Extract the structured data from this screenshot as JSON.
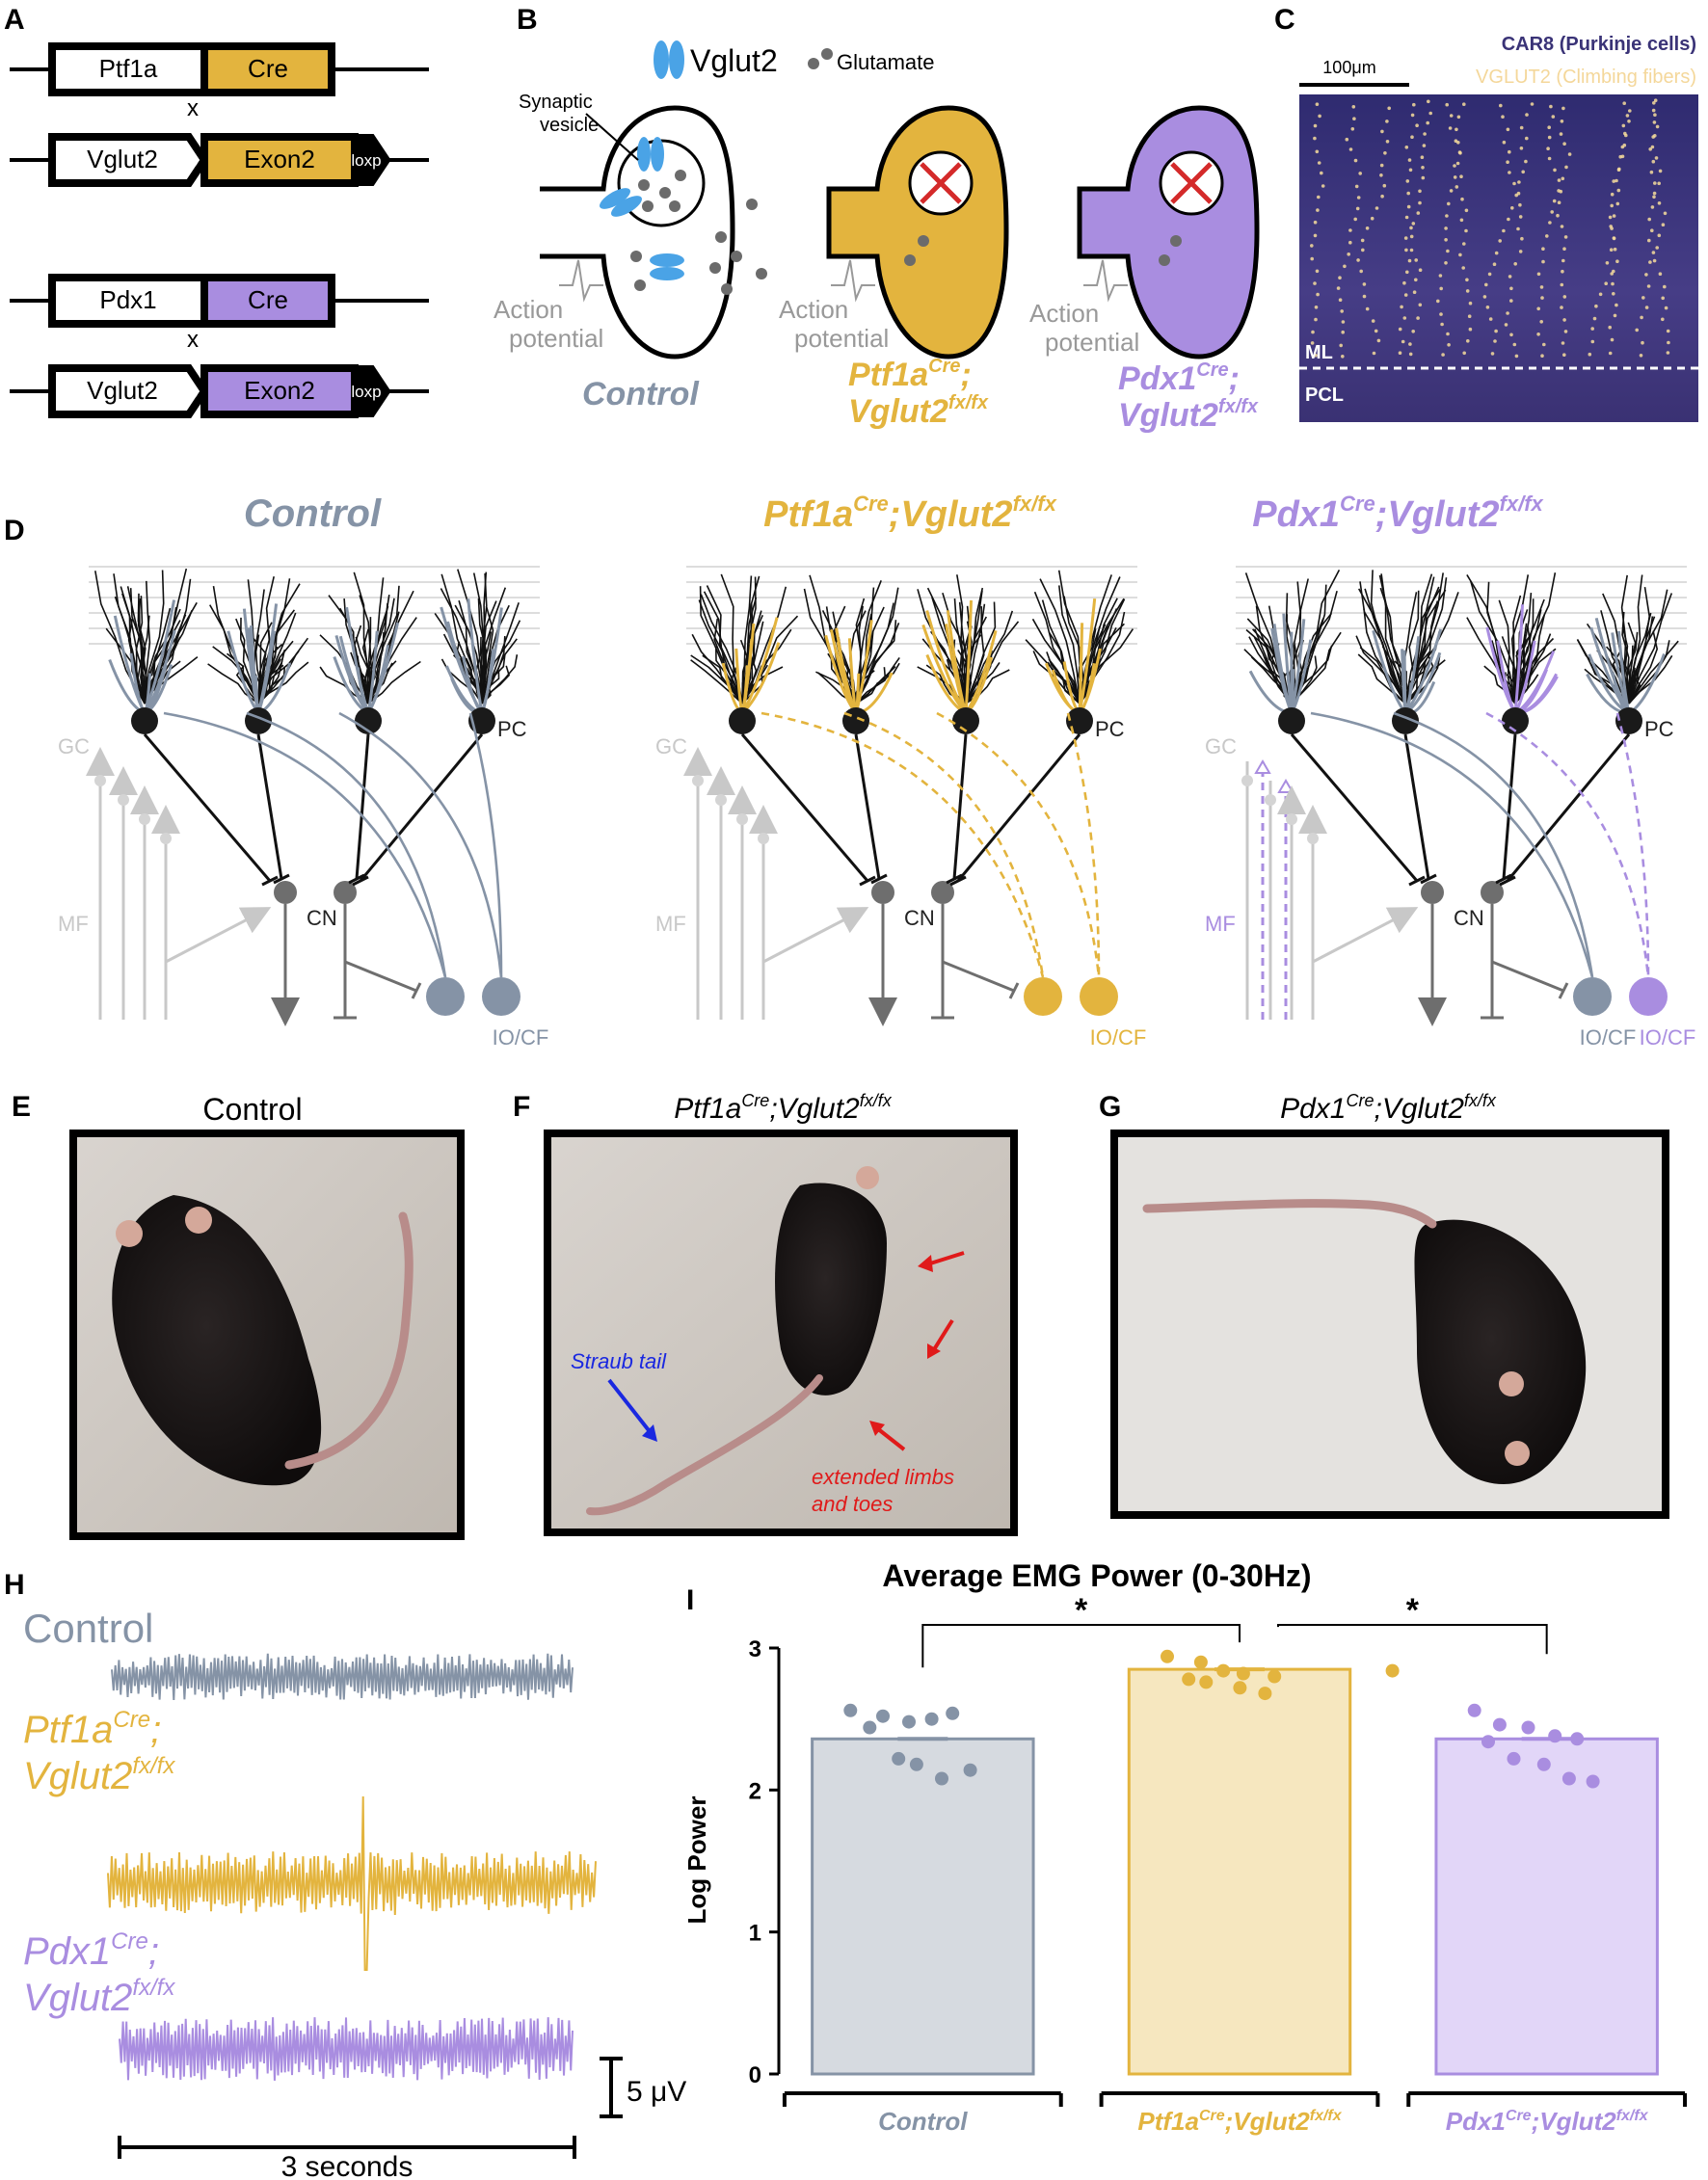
{
  "panels": {
    "A": {
      "letter": "A",
      "rows": [
        {
          "left": "Ptf1a",
          "right": "Cre"
        },
        {
          "left": "Vglut2",
          "right": "Exon2",
          "loxp1": "loxp",
          "loxp2": "loxp"
        },
        {
          "left": "Pdx1",
          "right": "Cre"
        },
        {
          "left": "Vglut2",
          "right": "Exon2",
          "loxp1": "loxp",
          "loxp2": "loxp"
        }
      ],
      "cross": "x"
    },
    "B": {
      "letter": "B",
      "legend_vglut2": "Vglut2",
      "legend_glutamate": "Glutamate",
      "synaptic_vesicle": [
        "Synaptic",
        "vesicle"
      ],
      "action_potential": [
        "Action",
        "potential"
      ],
      "control": "Control",
      "ptf1a": {
        "base": "Ptf1a",
        "sup": "Cre",
        "sep": ";",
        "base2": "Vglut2",
        "sup2": "fx/fx"
      },
      "pdx1": {
        "base": "Pdx1",
        "sup": "Cre",
        "sep": ";",
        "base2": "Vglut2",
        "sup2": "fx/fx"
      }
    },
    "C": {
      "letter": "C",
      "legend1": "CAR8 (Purkinje cells)",
      "legend2": "VGLUT2 (Climbing fibers)",
      "scalebar": "100μm",
      "ml": "ML",
      "pcl": "PCL"
    },
    "D": {
      "letter": "D",
      "titles": [
        "Control",
        "Ptf1a",
        "Pdx1"
      ],
      "sup_cre": "Cre",
      "vglut2": ";Vglut2",
      "sup_fx": "fx/fx",
      "labels": {
        "gc": "GC",
        "mf": "MF",
        "pc": "PC",
        "cn": "CN",
        "io": "IO/CF"
      }
    },
    "E": {
      "letter": "E",
      "title": "Control"
    },
    "F": {
      "letter": "F",
      "title_base": "Ptf1a",
      "title_sup": "Cre",
      "title_mid": ";Vglut2",
      "title_sup2": "fx/fx",
      "straub": "Straub tail",
      "extended": [
        "extended limbs",
        "and toes"
      ]
    },
    "G": {
      "letter": "G",
      "title_base": "Pdx1",
      "title_sup": "Cre",
      "title_mid": ";Vglut2",
      "title_sup2": "fx/fx"
    },
    "H": {
      "letter": "H",
      "control": "Control",
      "ptf1a": [
        "Ptf1a",
        "Cre",
        ";",
        "Vglut2",
        "fx/fx"
      ],
      "pdx1": [
        "Pdx1",
        "Cre",
        ";",
        "Vglut2",
        "fx/fx"
      ],
      "scale_v": "5 μV",
      "scale_t": "3 seconds"
    },
    "I": {
      "letter": "I"
    }
  },
  "colors": {
    "control": "#8593a6",
    "ptf1a": "#e3b43e",
    "pdx1": "#a98de0",
    "vglut_blue": "#4aa3e6",
    "glut_gray": "#6b6b6b",
    "cross_red": "#d42a2a",
    "bg_tissue": "#3a3377"
  },
  "chart_data": {
    "type": "bar",
    "title": "Average EMG Power (0-30Hz)",
    "ylabel": "Log Power",
    "ylim": [
      0,
      3
    ],
    "yticks": [
      0,
      1,
      2,
      3
    ],
    "categories": [
      "Control",
      "Ptf1aCre;Vglut2fx/fx",
      "Pdx1Cre;Vglut2fx/fx"
    ],
    "category_parts": [
      {
        "base": "Control"
      },
      {
        "base": "Ptf1a",
        "sup": "Cre",
        "mid": ";Vglut2",
        "sup2": "fx/fx"
      },
      {
        "base": "Pdx1",
        "sup": "Cre",
        "mid": ";Vglut2",
        "sup2": "fx/fx"
      }
    ],
    "values": [
      2.36,
      2.85,
      2.36
    ],
    "points": [
      [
        2.56,
        2.52,
        2.48,
        2.5,
        2.54,
        2.44,
        2.22,
        2.18,
        2.08,
        2.14
      ],
      [
        2.94,
        2.9,
        2.84,
        2.82,
        2.8,
        2.78,
        2.76,
        2.72,
        2.68,
        2.84
      ],
      [
        2.56,
        2.46,
        2.44,
        2.38,
        2.36,
        2.34,
        2.22,
        2.18,
        2.08,
        2.06
      ]
    ],
    "significance": [
      {
        "from": 0,
        "to": 1,
        "label": "*"
      },
      {
        "from": 1,
        "to": 2,
        "label": "*"
      }
    ]
  }
}
